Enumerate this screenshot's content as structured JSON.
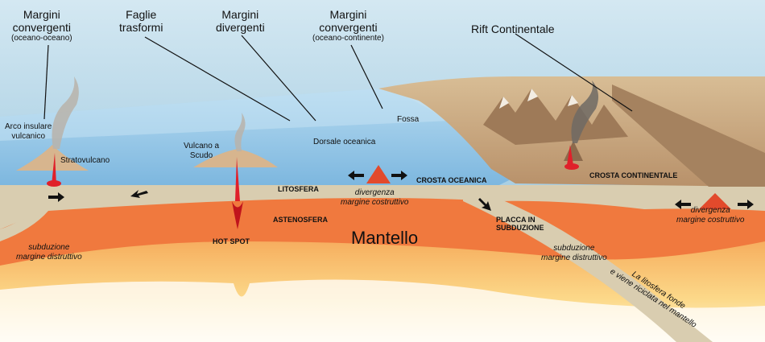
{
  "labels": {
    "margini_convergenti_oo": {
      "title": "Margini\nconvergenti",
      "sub": "(oceano-oceano)"
    },
    "faglie_trasformi": "Faglie\ntrasformi",
    "margini_divergenti": "Margini\ndivergenti",
    "margini_convergenti_oc": {
      "title": "Margini\nconvergenti",
      "sub": "(oceano-continente)"
    },
    "rift_continentale": "Rift Continentale",
    "fossa": "Fossa",
    "arco_insulare": "Arco insulare\nvulcanico",
    "stratovulcano": "Stratovulcano",
    "vulcano_scudo": "Vulcano a\nScudo",
    "dorsale_oceanica": "Dorsale oceanica",
    "crosta_oceanica": "CROSTA OCEANICA",
    "crosta_continentale": "CROSTA CONTINENTALE",
    "litosfera": "LITOSFERA",
    "astenosfera": "ASTENOSFERA",
    "divergenza_1": "divergenza\nmargine costruttivo",
    "divergenza_2": "divergenza\nmargine costruttivo",
    "placca_subduzione": "PLACCA IN\nSUBDUZIONE",
    "subduzione_1": "subduzione\nmargine distruttivo",
    "subduzione_2": "subduzione\nmargine distruttivo",
    "hot_spot": "HOT SPOT",
    "mantello": "Mantello",
    "litosfera_fonde": "La litosfera fonde\ne viene riciclata nel mantello"
  },
  "colors": {
    "sky": "#a9cfe3",
    "ocean": "#8fc3e4",
    "lithosphere": "#d9cdb0",
    "asthenosphere": "#f0793e",
    "mantle_deep": "#f7b565",
    "mantle_light": "#fde7a6",
    "land": "#c9a77f",
    "magma": "#e0202a",
    "arrow": "#111111"
  }
}
